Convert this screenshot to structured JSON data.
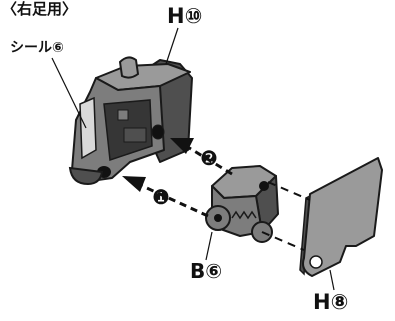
{
  "labels": {
    "title": "〈右足用〉",
    "seal": "シール⑥",
    "h10": "H⑩",
    "b6": "B⑥",
    "h8": "H⑧"
  },
  "steps": {
    "step1": "❶",
    "step2": "❷"
  },
  "colors": {
    "part_light": "#9a9a9a",
    "part_mid": "#7d7d7d",
    "part_dark": "#4f4f4f",
    "part_shade": "#363636",
    "seal_face": "#d9d9d9",
    "outline": "#1a1a1a",
    "arrow": "#111111"
  }
}
